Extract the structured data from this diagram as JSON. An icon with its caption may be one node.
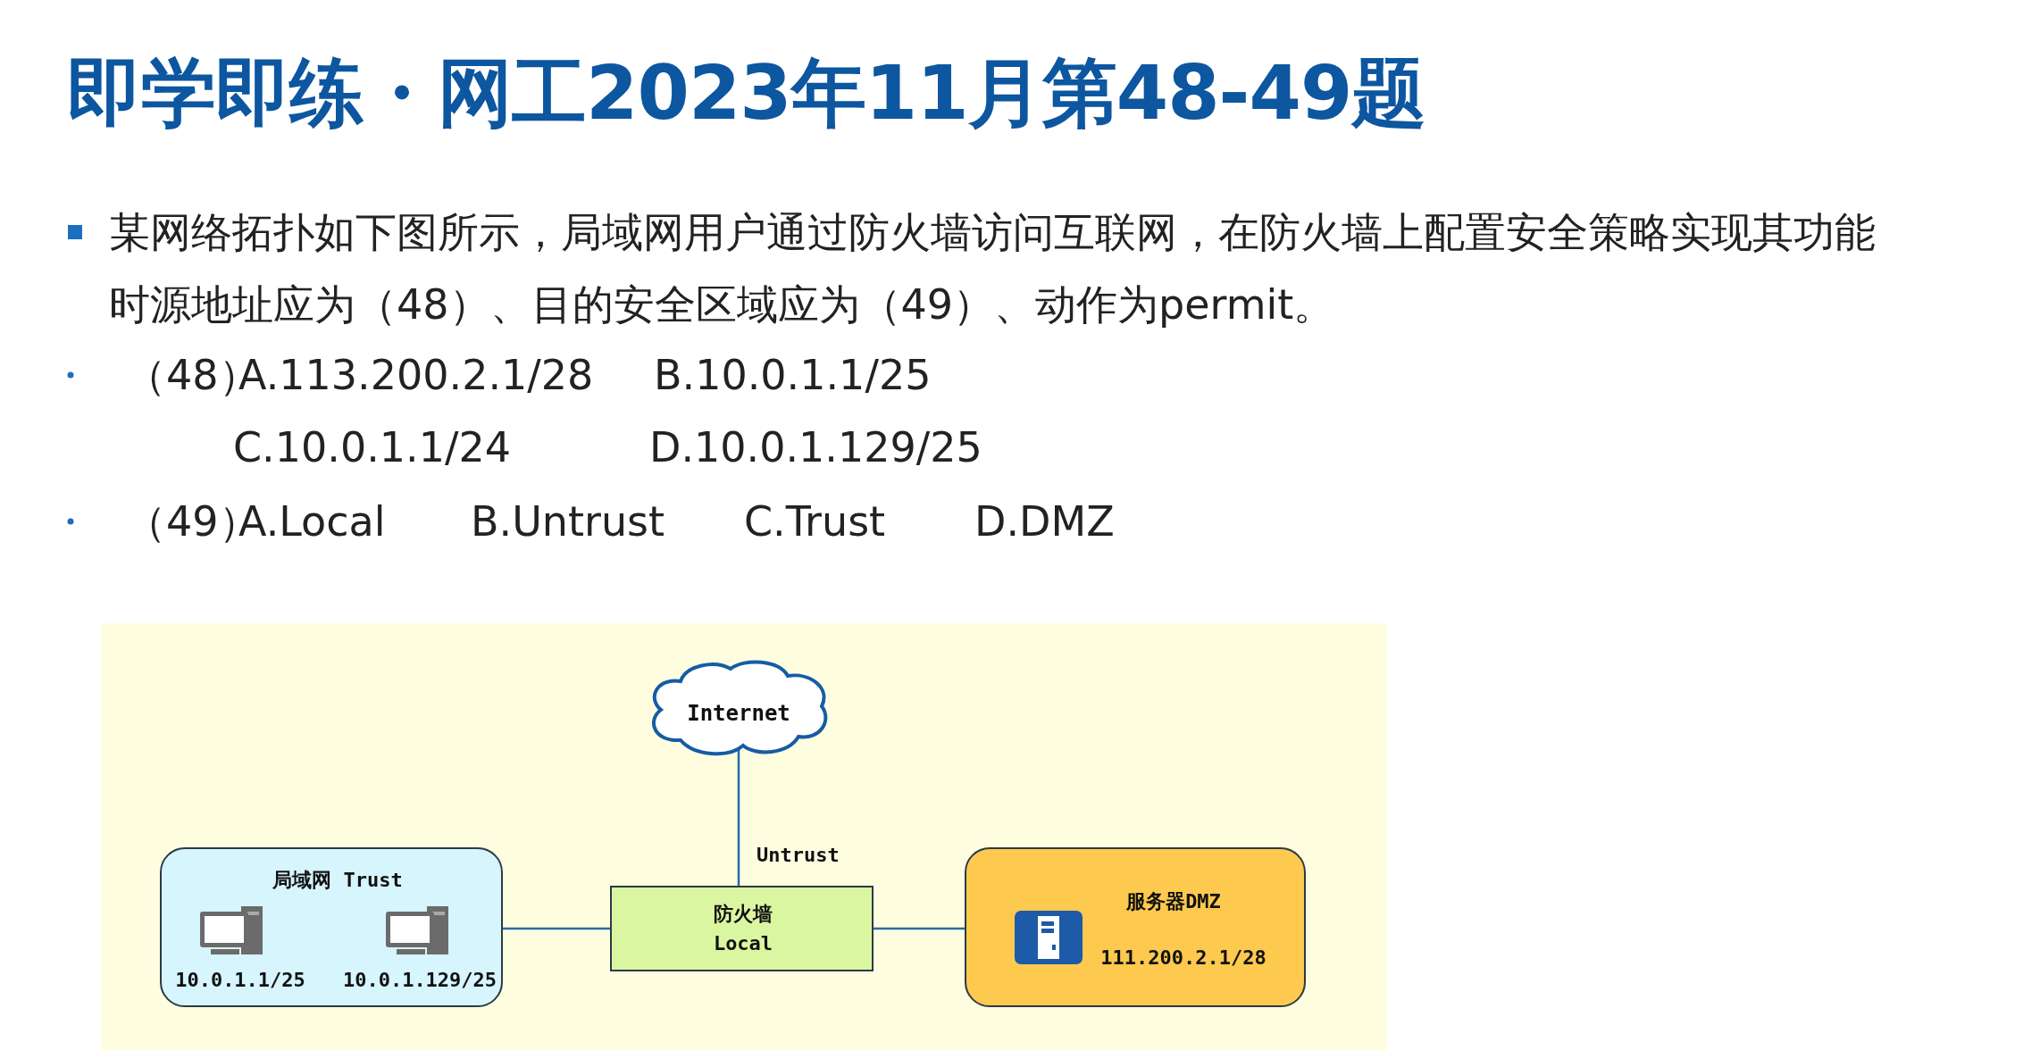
{
  "diagram": {
    "title": "即学即练・网工2023年11月第48-49题",
    "nodes": [
      {
        "text": [
          "Internet"
        ]
      },
      {
        "text": [
          "局域网 Trust",
          "10.0.1.1/25",
          "10.0.1.129/25"
        ]
      },
      {
        "text": [
          "防火墙",
          "Local"
        ]
      },
      {
        "text": [
          "服务器DMZ",
          "111.200.2.1/28"
        ]
      }
    ],
    "edges": [
      {
        "from": 0,
        "to": 2,
        "arrow": "none",
        "label": "Untrust"
      },
      {
        "from": 1,
        "to": 2,
        "arrow": "none"
      },
      {
        "from": 2,
        "to": 3,
        "arrow": "none"
      }
    ],
    "labels": [
      "某网络拓扑如下图所示，局域网用户通过防火墙访问互联网，在防火墙上配置安全策略实现其功能时源地址应为（48）、目的安全区域应为（49）、动作为permit。",
      "（48）",
      "A.113.200.2.1/28",
      "B.10.0.1.1/25",
      "C.10.0.1.1/24",
      "D.10.0.1.129/25",
      "（49）",
      "A.Local",
      "B.Untrust",
      "C.Trust",
      "D.DMZ"
    ]
  }
}
